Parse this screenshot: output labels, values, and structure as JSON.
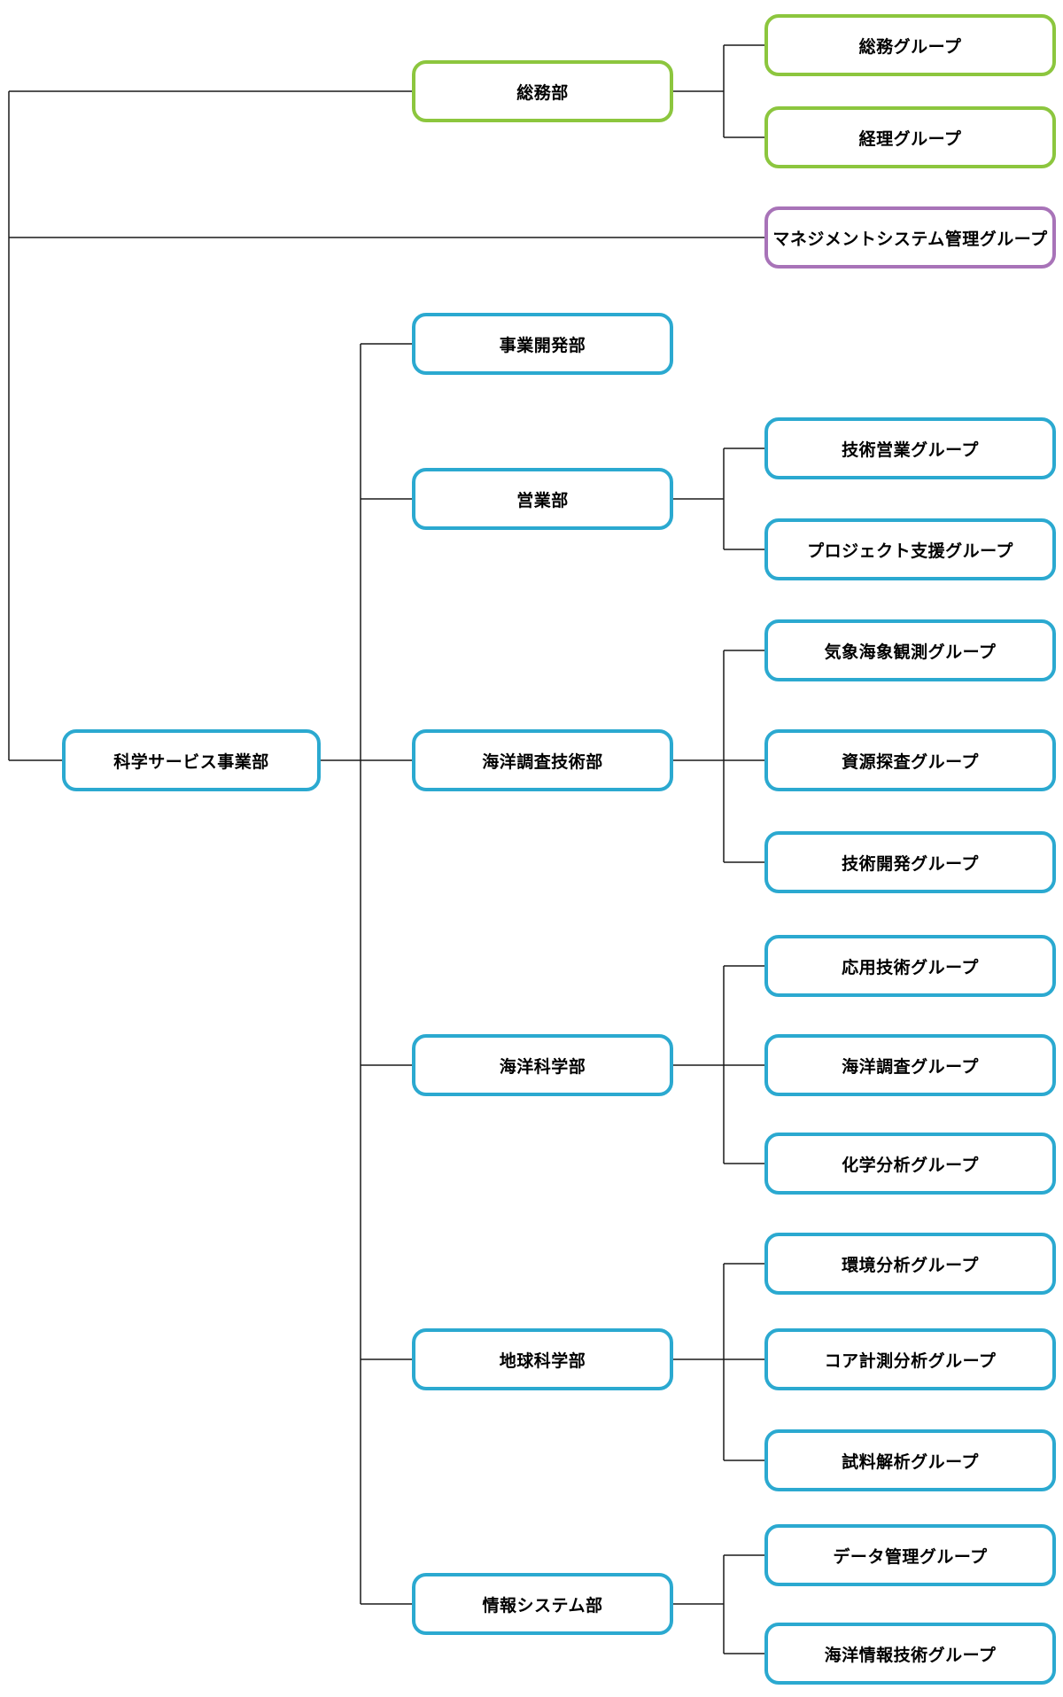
{
  "diagram": {
    "type": "org-chart",
    "colors": {
      "admin_green": "#8CC63E",
      "management_purple": "#A873B8",
      "science_blue": "#2BA9D0",
      "connector": "#1A1A1A",
      "node_text": "#000000",
      "background": "#FFFFFF"
    },
    "tree": [
      {
        "label": "総務部",
        "color": "admin_green",
        "children": [
          {
            "label": "総務グループ",
            "color": "admin_green"
          },
          {
            "label": "経理グループ",
            "color": "admin_green"
          }
        ]
      },
      {
        "label": "マネジメントシステム管理グループ",
        "color": "management_purple",
        "children": []
      },
      {
        "label": "科学サービス事業部",
        "color": "science_blue",
        "children": [
          {
            "label": "事業開発部",
            "color": "science_blue",
            "children": []
          },
          {
            "label": "営業部",
            "color": "science_blue",
            "children": [
              {
                "label": "技術営業グループ",
                "color": "science_blue"
              },
              {
                "label": "プロジェクト支援グループ",
                "color": "science_blue"
              }
            ]
          },
          {
            "label": "海洋調査技術部",
            "color": "science_blue",
            "children": [
              {
                "label": "気象海象観測グループ",
                "color": "science_blue"
              },
              {
                "label": "資源探査グループ",
                "color": "science_blue"
              },
              {
                "label": "技術開発グループ",
                "color": "science_blue"
              }
            ]
          },
          {
            "label": "海洋科学部",
            "color": "science_blue",
            "children": [
              {
                "label": "応用技術グループ",
                "color": "science_blue"
              },
              {
                "label": "海洋調査グループ",
                "color": "science_blue"
              },
              {
                "label": "化学分析グループ",
                "color": "science_blue"
              }
            ]
          },
          {
            "label": "地球科学部",
            "color": "science_blue",
            "children": [
              {
                "label": "環境分析グループ",
                "color": "science_blue"
              },
              {
                "label": "コア計測分析グループ",
                "color": "science_blue"
              },
              {
                "label": "試料解析グループ",
                "color": "science_blue"
              }
            ]
          },
          {
            "label": "情報システム部",
            "color": "science_blue",
            "children": [
              {
                "label": "データ管理グループ",
                "color": "science_blue"
              },
              {
                "label": "海洋情報技術グループ",
                "color": "science_blue"
              }
            ]
          }
        ]
      }
    ]
  }
}
